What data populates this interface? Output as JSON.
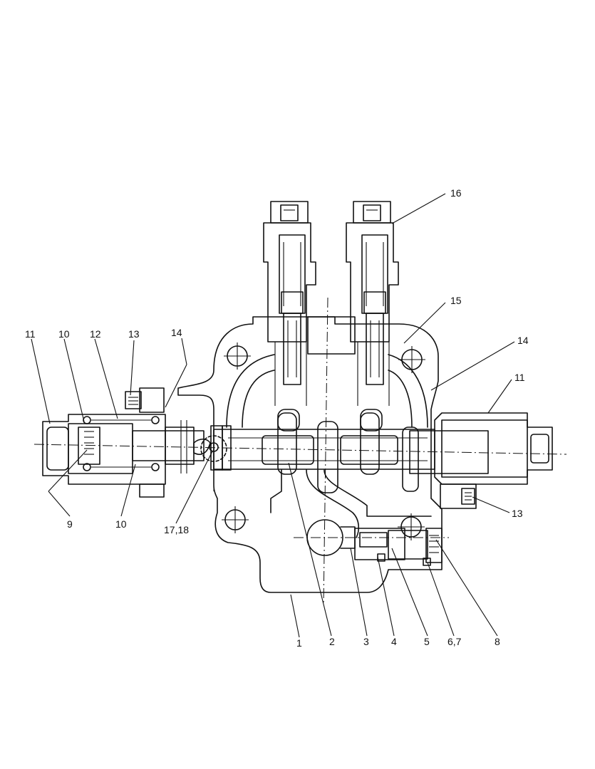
{
  "diagram": {
    "labels": [
      {
        "id": "callout-11-left",
        "text": "11"
      },
      {
        "id": "callout-10-top",
        "text": "10"
      },
      {
        "id": "callout-12",
        "text": "12"
      },
      {
        "id": "callout-13-top",
        "text": "13"
      },
      {
        "id": "callout-14-left",
        "text": "14"
      },
      {
        "id": "callout-16",
        "text": "16"
      },
      {
        "id": "callout-15",
        "text": "15"
      },
      {
        "id": "callout-14-right",
        "text": "14"
      },
      {
        "id": "callout-11-right",
        "text": "11"
      },
      {
        "id": "callout-13-right",
        "text": "13"
      },
      {
        "id": "callout-9",
        "text": "9"
      },
      {
        "id": "callout-10-bottom",
        "text": "10"
      },
      {
        "id": "callout-17-18",
        "text": "17,18"
      },
      {
        "id": "callout-1",
        "text": "1"
      },
      {
        "id": "callout-2",
        "text": "2"
      },
      {
        "id": "callout-3",
        "text": "3"
      },
      {
        "id": "callout-4",
        "text": "4"
      },
      {
        "id": "callout-5",
        "text": "5"
      },
      {
        "id": "callout-6-7",
        "text": "6,7"
      },
      {
        "id": "callout-8",
        "text": "8"
      }
    ]
  }
}
